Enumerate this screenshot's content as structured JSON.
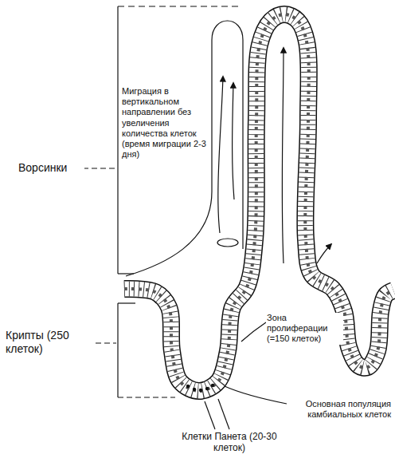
{
  "diagram": {
    "labels": [
      "Ворсинки",
      "Миграция в вертикальном направлении без увеличения количества клеток (время миграции 2-3 дня)",
      "Крипты (250 клеток)",
      "Зона пролиферации (=150 клеток)",
      "Основная популяция камбиальных клеток",
      "Клетки Панета (20-30 клеток)"
    ]
  }
}
